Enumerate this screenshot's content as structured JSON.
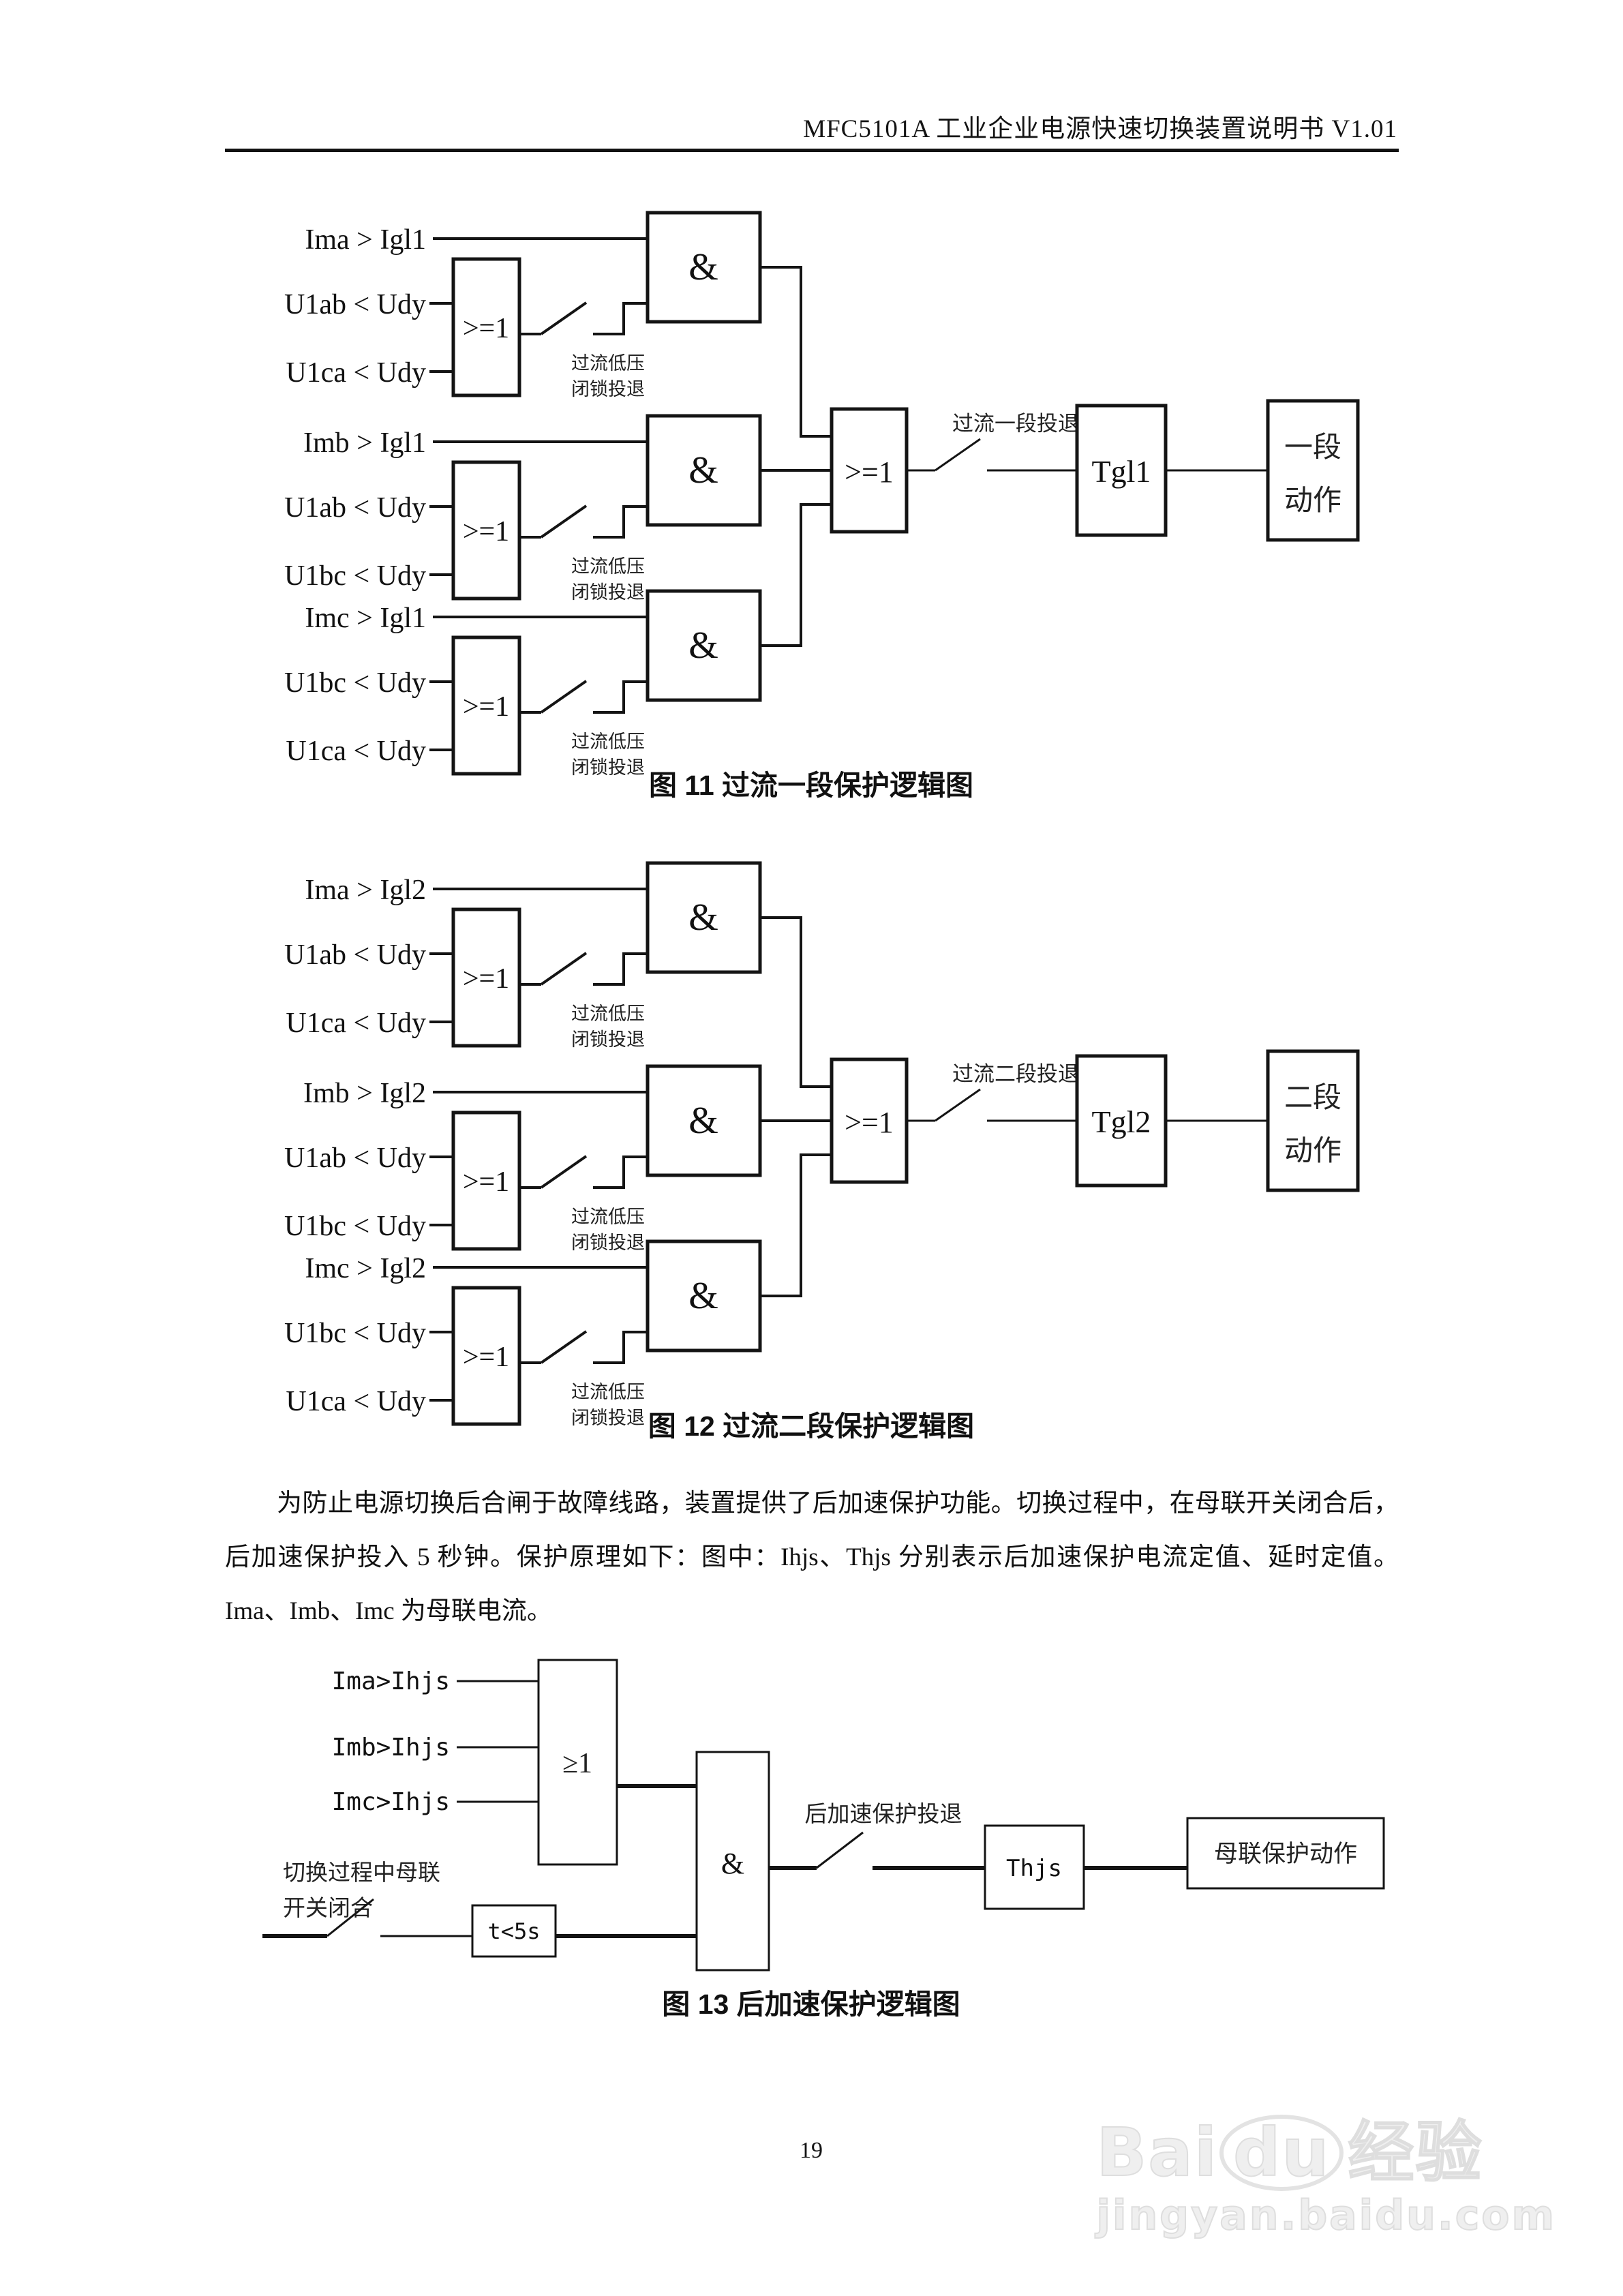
{
  "header": {
    "title": "MFC5101A 工业企业电源快速切换装置说明书 V1.01"
  },
  "fig11": {
    "g0": {
      "in_a": "Ima > Igl1",
      "in_b": "U1ab < Udy",
      "in_c": "U1ca < Udy",
      "or_gate": ">=1",
      "and_gate": "&",
      "lock_label_1": "过流低压",
      "lock_label_2": "闭锁投退"
    },
    "g1": {
      "in_a": "Imb > Igl1",
      "in_b": "U1ab < Udy",
      "in_c": "U1bc < Udy",
      "or_gate": ">=1",
      "and_gate": "&",
      "lock_label_1": "过流低压",
      "lock_label_2": "闭锁投退"
    },
    "g2": {
      "in_a": "Imc > Igl1",
      "in_b": "U1bc < Udy",
      "in_c": "U1ca < Udy",
      "or_gate": ">=1",
      "and_gate": "&",
      "lock_label_1": "过流低压",
      "lock_label_2": "闭锁投退"
    },
    "or_combiner": ">=1",
    "enable_label": "过流一段投退",
    "timer": "Tgl1",
    "result_1": "一段",
    "result_2": "动作",
    "caption": "图  11    过流一段保护逻辑图"
  },
  "fig12": {
    "g0": {
      "in_a": "Ima > Igl2",
      "in_b": "U1ab < Udy",
      "in_c": "U1ca < Udy",
      "or_gate": ">=1",
      "and_gate": "&",
      "lock_label_1": "过流低压",
      "lock_label_2": "闭锁投退"
    },
    "g1": {
      "in_a": "Imb > Igl2",
      "in_b": "U1ab < Udy",
      "in_c": "U1bc < Udy",
      "or_gate": ">=1",
      "and_gate": "&",
      "lock_label_1": "过流低压",
      "lock_label_2": "闭锁投退"
    },
    "g2": {
      "in_a": "Imc > Igl2",
      "in_b": "U1bc < Udy",
      "in_c": "U1ca < Udy",
      "or_gate": ">=1",
      "and_gate": "&",
      "lock_label_1": "过流低压",
      "lock_label_2": "闭锁投退"
    },
    "or_combiner": ">=1",
    "enable_label": "过流二段投退",
    "timer": "Tgl2",
    "result_1": "二段",
    "result_2": "动作",
    "caption": "图  12    过流二段保护逻辑图"
  },
  "paragraph": "为防止电源切换后合闸于故障线路，装置提供了后加速保护功能。切换过程中，在母联开关闭合后，后加速保护投入 5 秒钟。保护原理如下：图中：Ihjs、Thjs 分别表示后加速保护电流定值、延时定值。Ima、Imb、Imc 为母联电流。",
  "fig13": {
    "in_a": "Ima>Ihjs",
    "in_b": "Imb>Ihjs",
    "in_c": "Imc>Ihjs",
    "or_gate": "≥1",
    "and_gate": "&",
    "cond_1": "切换过程中母联",
    "cond_2": "开关闭合",
    "delay": "t<5s",
    "enable_label": "后加速保护投退",
    "timer": "Thjs",
    "result": "母联保护动作",
    "caption": "图  13 后加速保护逻辑图"
  },
  "page_number": "19",
  "watermark": {
    "brand_left": "Bai",
    "brand_right": "du",
    "suffix": "经验",
    "url": "jingyan.baidu.com"
  }
}
